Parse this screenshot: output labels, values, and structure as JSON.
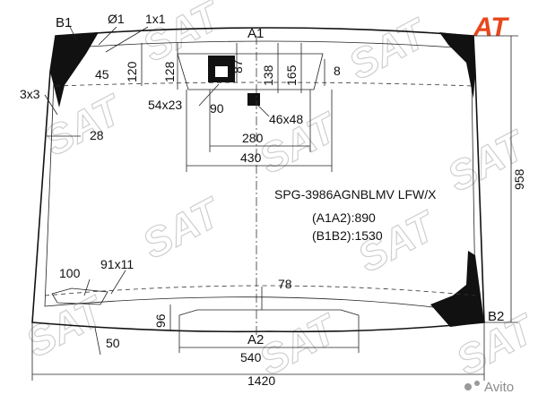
{
  "brand": {
    "logo_text": "AT",
    "logo_color": "#e8471c"
  },
  "watermark": {
    "text": "SAT",
    "color": "#cfcfcf"
  },
  "footer": {
    "avito_text": "Avito"
  },
  "points": {
    "b1": "B1",
    "a1": "A1",
    "a2": "A2",
    "b2": "B2"
  },
  "dimensions": {
    "d1": "Ø1",
    "d1x1": "1x1",
    "d45": "45",
    "d120": "120",
    "d128": "128",
    "d87": "87",
    "d138": "138",
    "d165": "165",
    "d8": "8",
    "d3x3": "3x3",
    "d54x23": "54x23",
    "d90": "90",
    "d46x48": "46x48",
    "d28": "28",
    "d280": "280",
    "d430": "430",
    "d958": "958",
    "d100": "100",
    "d91x11": "91x11",
    "d78": "78",
    "d96": "96",
    "d50": "50",
    "d540": "540",
    "d1420": "1420"
  },
  "info": {
    "part_number": "SPG-3986AGNBLMV LFW/X",
    "a1a2": "(A1A2):890",
    "b1b2": "(B1B2):1530"
  }
}
